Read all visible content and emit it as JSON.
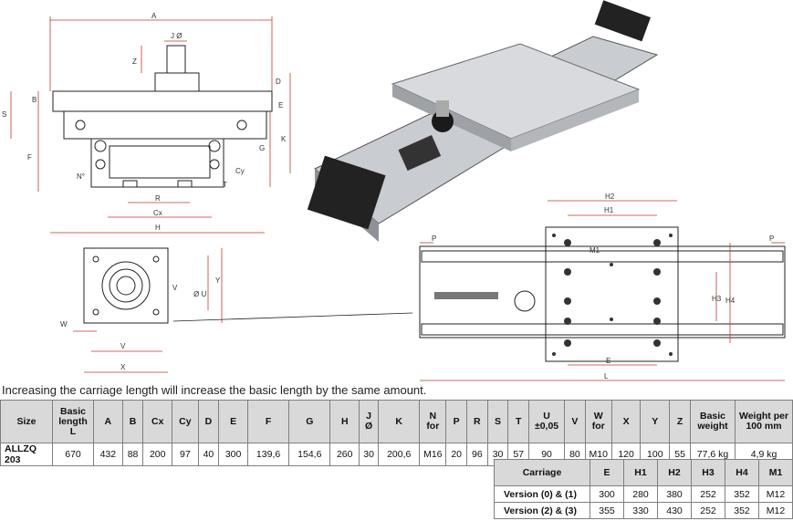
{
  "note": "Increasing the carriage length will increase the basic length by the same amount.",
  "drawing_labels": {
    "front": [
      "A",
      "J Ø",
      "Z",
      "S",
      "B",
      "F",
      "N°",
      "R",
      "Cx",
      "H",
      "D",
      "E",
      "K",
      "G",
      "Cy",
      "T"
    ],
    "end": [
      "V",
      "Ø U",
      "Y",
      "W",
      "X"
    ],
    "top": [
      "H2",
      "H1",
      "M1",
      "P",
      "P",
      "H3",
      "H4",
      "E",
      "L"
    ]
  },
  "spec_table": {
    "headers": [
      "Size",
      "Basic length L",
      "A",
      "B",
      "Cx",
      "Cy",
      "D",
      "E",
      "F",
      "G",
      "H",
      "J Ø",
      "K",
      "N for",
      "P",
      "R",
      "S",
      "T",
      "U ±0,05",
      "V",
      "W for",
      "X",
      "Y",
      "Z",
      "Basic weight",
      "Weight per 100 mm"
    ],
    "rows": [
      [
        "ALLZQ 203",
        "670",
        "432",
        "88",
        "200",
        "97",
        "40",
        "300",
        "139,6",
        "154,6",
        "260",
        "30",
        "200,6",
        "M16",
        "20",
        "96",
        "30",
        "57",
        "90",
        "80",
        "M10",
        "120",
        "100",
        "55",
        "77,6 kg",
        "4,9 kg"
      ]
    ]
  },
  "carriage_table": {
    "headers": [
      "Carriage",
      "E",
      "H1",
      "H2",
      "H3",
      "H4",
      "M1"
    ],
    "rows": [
      [
        "Version (0) & (1)",
        "300",
        "280",
        "380",
        "252",
        "352",
        "M12"
      ],
      [
        "Version (2) & (3)",
        "355",
        "330",
        "430",
        "252",
        "352",
        "M12"
      ]
    ]
  }
}
